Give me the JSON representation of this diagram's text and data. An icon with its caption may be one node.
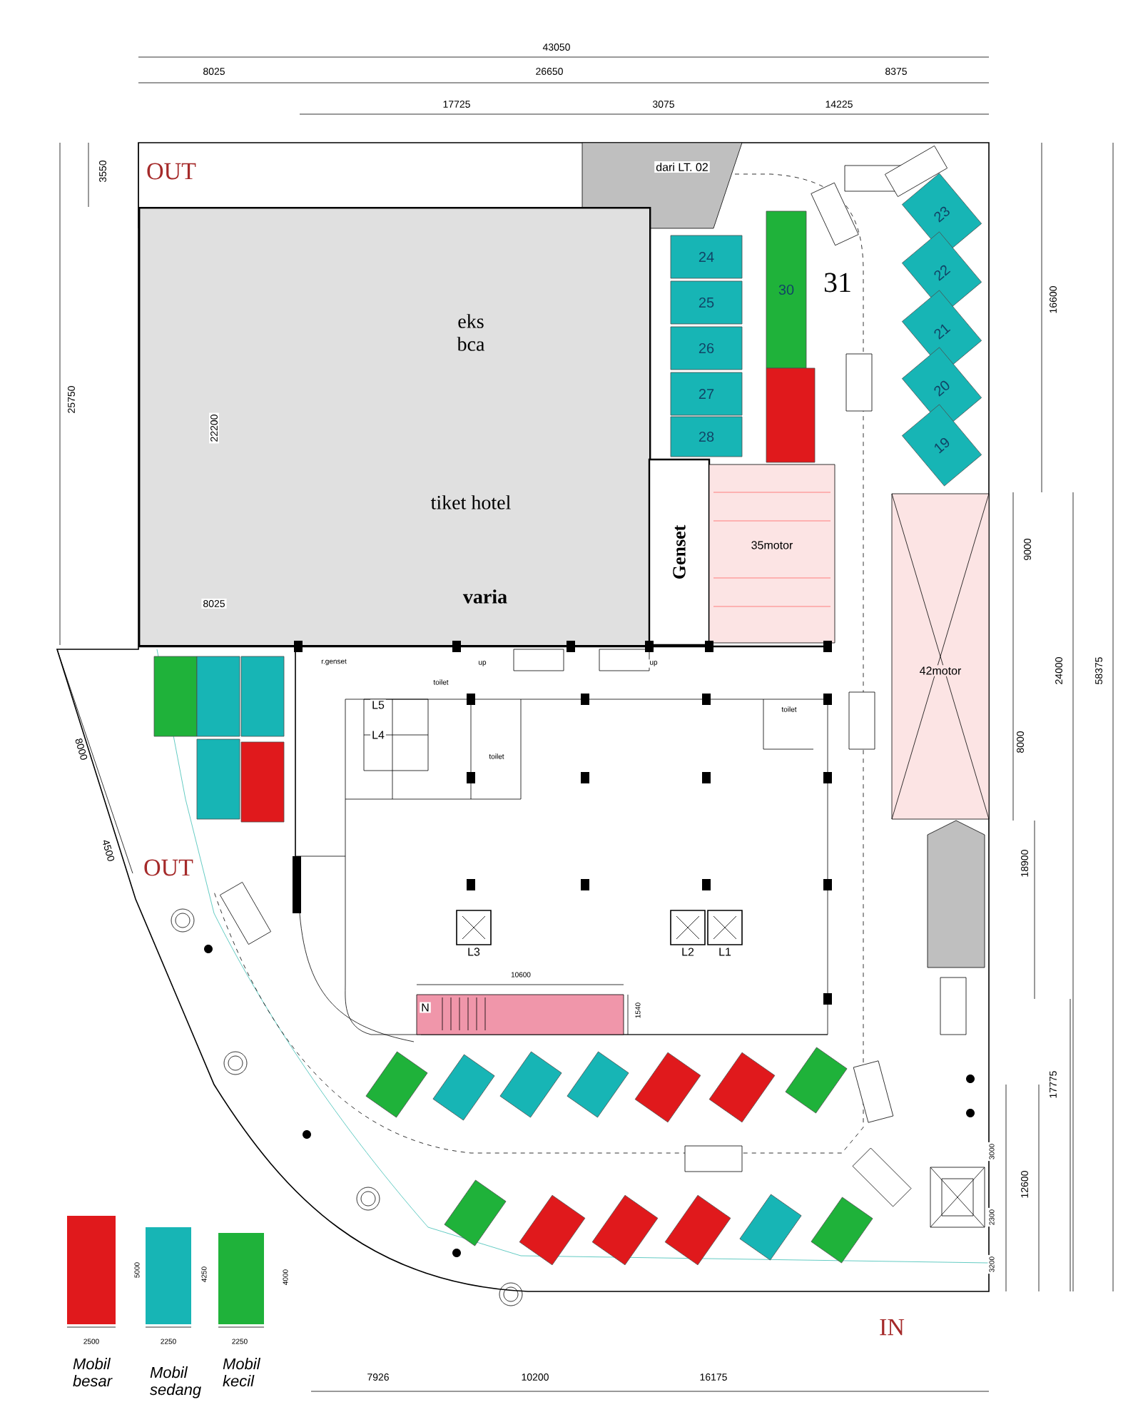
{
  "diagram": {
    "nodes": [
      {
        "text": [
          "eks bca",
          "tiket hotel",
          "varia"
        ]
      },
      {
        "text": [
          "24"
        ]
      },
      {
        "text": [
          "25"
        ]
      },
      {
        "text": [
          "26"
        ]
      },
      {
        "text": [
          "27"
        ]
      },
      {
        "text": [
          "28"
        ]
      },
      {
        "text": [
          "30"
        ]
      },
      {
        "text": [],
        "shape": "box"
      },
      {
        "text": [
          "23"
        ]
      },
      {
        "text": [
          "22"
        ]
      },
      {
        "text": [
          "21"
        ]
      },
      {
        "text": [
          "20"
        ]
      },
      {
        "text": [
          "19"
        ]
      },
      {
        "text": [
          "Genset"
        ]
      },
      {
        "text": [
          "35motor"
        ]
      },
      {
        "text": [
          "42motor"
        ]
      },
      {
        "text": [],
        "shape": "box"
      },
      {
        "text": [],
        "shape": "box"
      },
      {
        "text": [],
        "shape": "box"
      },
      {
        "text": [],
        "shape": "box"
      },
      {
        "text": [],
        "shape": "box"
      },
      {
        "text": [],
        "shape": "box"
      },
      {
        "text": [],
        "shape": "box"
      },
      {
        "text": [],
        "shape": "box"
      },
      {
        "text": [],
        "shape": "box"
      },
      {
        "text": [],
        "shape": "box"
      },
      {
        "text": [],
        "shape": "box"
      },
      {
        "text": [],
        "shape": "box"
      },
      {
        "text": [],
        "shape": "box"
      },
      {
        "text": [],
        "shape": "box"
      },
      {
        "text": [],
        "shape": "box"
      },
      {
        "text": [],
        "shape": "box"
      },
      {
        "text": [],
        "shape": "box"
      },
      {
        "text": [],
        "shape": "box"
      }
    ],
    "labels": [
      "43050",
      "8025",
      "26650",
      "8375",
      "17725",
      "3075",
      "14225",
      "OUT",
      "dari LT. 02",
      "3550",
      "25750",
      "22200",
      "31",
      "16600",
      "9000",
      "8025",
      "r.genset",
      "up",
      "up",
      "toilet",
      "L5",
      "L4",
      "toilet",
      "toilet",
      "8000",
      "24000",
      "58375",
      "8000",
      "4500",
      "OUT",
      "18900",
      "L3",
      "L2",
      "L1",
      "10600",
      "N",
      "1540",
      "17775",
      "3000",
      "12600",
      "2300",
      "5000",
      "4250",
      "4000",
      "3200",
      "2500",
      "2250",
      "2250",
      "IN",
      "7926",
      "10200",
      "16175"
    ],
    "legend": [
      {
        "text": "Mobil besar",
        "color": "#e0191c"
      },
      {
        "text": "Mobil sedang",
        "color": "#17b5b5"
      },
      {
        "text": "Mobil kecil",
        "color": "#1fb23a"
      }
    ]
  }
}
